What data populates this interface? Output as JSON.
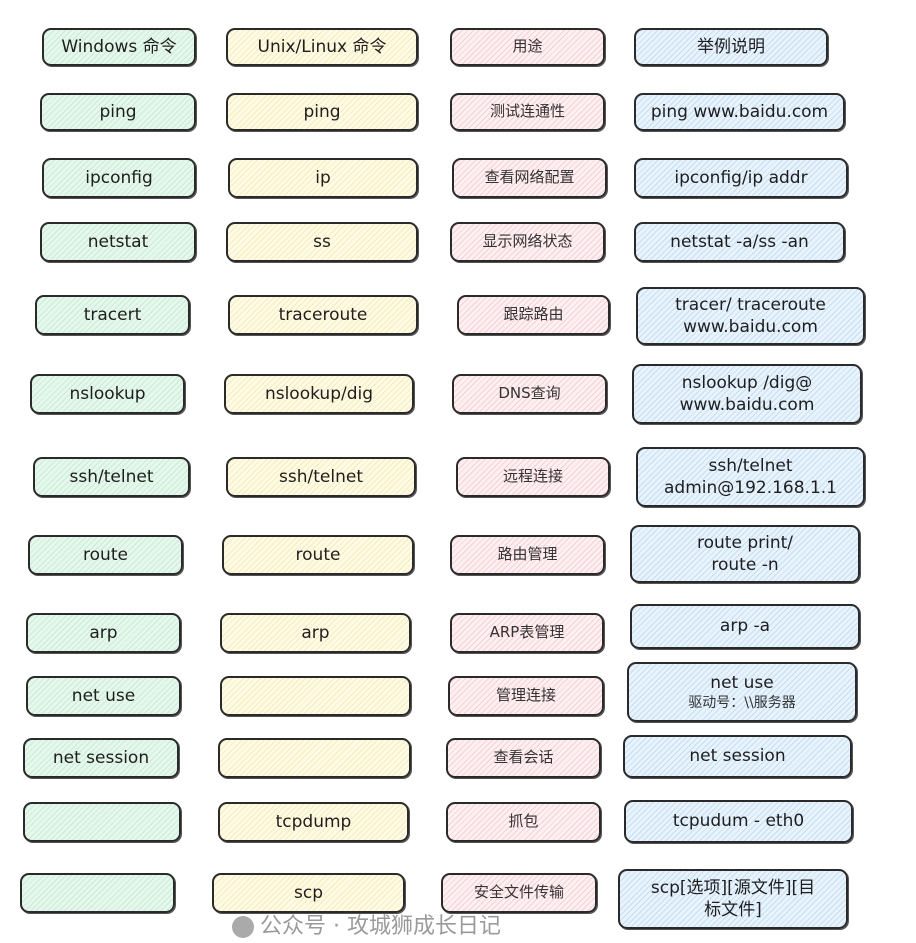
{
  "headers": [
    "Windows 命令",
    "Unix/Linux 命令",
    "用途",
    "举例说明"
  ],
  "rows": [
    {
      "windows": "ping",
      "unix": "ping",
      "purpose": "测试连通性",
      "example": [
        "ping www.baidu.com"
      ]
    },
    {
      "windows": "ipconfig",
      "unix": "ip",
      "purpose": "查看网络配置",
      "example": [
        "ipconfig/ip addr"
      ]
    },
    {
      "windows": "netstat",
      "unix": "ss",
      "purpose": "显示网络状态",
      "example": [
        "netstat -a/ss -an"
      ]
    },
    {
      "windows": "tracert",
      "unix": "traceroute",
      "purpose": "跟踪路由",
      "example": [
        "tracer/ traceroute",
        "www.baidu.com"
      ]
    },
    {
      "windows": "nslookup",
      "unix": "nslookup/dig",
      "purpose": "DNS查询",
      "example": [
        "nslookup /dig@",
        "www.baidu.com"
      ]
    },
    {
      "windows": "ssh/telnet",
      "unix": "ssh/telnet",
      "purpose": "远程连接",
      "example": [
        "ssh/telnet",
        "admin@192.168.1.1"
      ]
    },
    {
      "windows": "route",
      "unix": "route",
      "purpose": "路由管理",
      "example": [
        "route print/",
        "route -n"
      ]
    },
    {
      "windows": "arp",
      "unix": "arp",
      "purpose": "ARP表管理",
      "example": [
        "arp -a"
      ]
    },
    {
      "windows": "net use",
      "unix": "",
      "purpose": "管理连接",
      "example": [
        "net use",
        "驱动号：\\\\服务器"
      ]
    },
    {
      "windows": "net session",
      "unix": "",
      "purpose": "查看会话",
      "example": [
        "net session"
      ]
    },
    {
      "windows": "",
      "unix": "tcpdump",
      "purpose": "抓包",
      "example": [
        "tcpudum - eth0"
      ]
    },
    {
      "windows": "",
      "unix": "scp",
      "purpose": "安全文件传输",
      "example": [
        "scp[选项][源文件][目",
        "标文件]"
      ]
    }
  ],
  "watermark": "公众号 · 攻城狮成长日记"
}
